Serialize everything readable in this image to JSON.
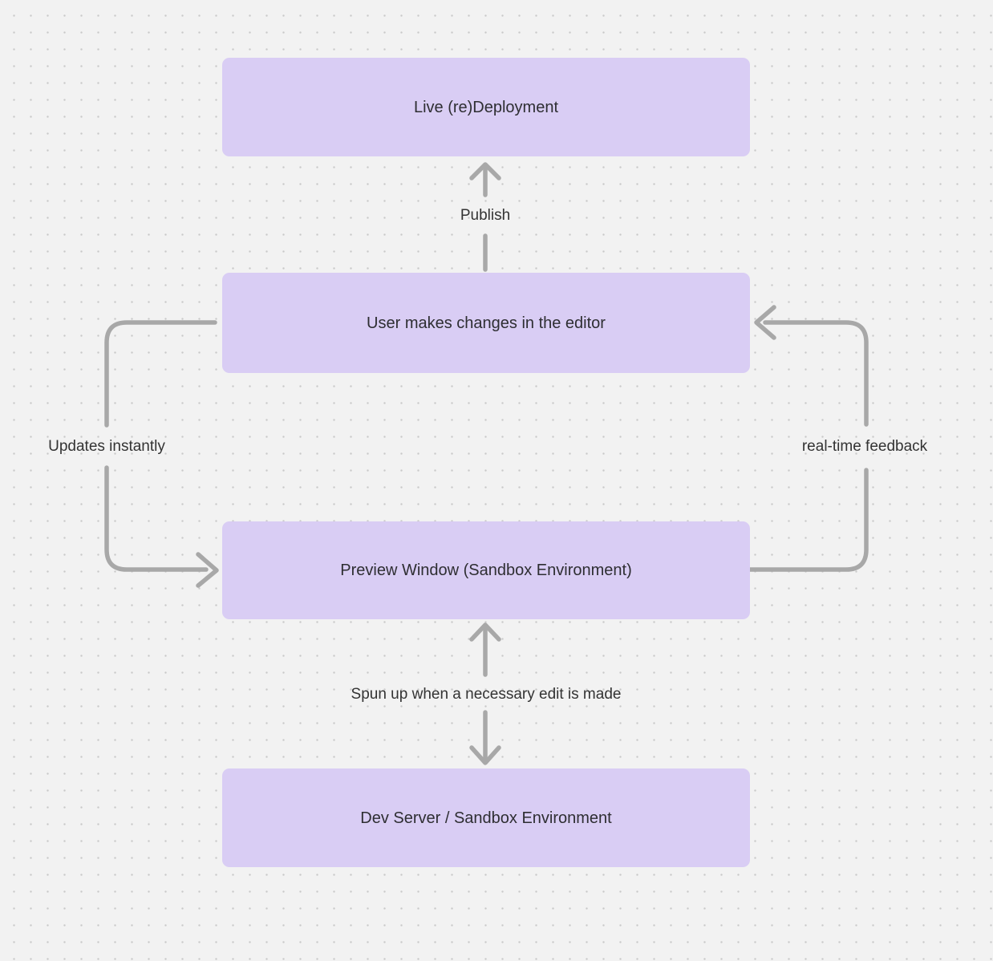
{
  "colors": {
    "background": "#F2F2F2",
    "grid_dot": "#C9C9C9",
    "node_fill": "#D9CDF4",
    "node_text": "#2E2E32",
    "arrow": "#A8A8A8",
    "edge_label_text": "#333333"
  },
  "nodes": [
    {
      "id": "live-redeployment",
      "label": "Live (re)Deployment"
    },
    {
      "id": "user-editor",
      "label": "User makes changes in the editor"
    },
    {
      "id": "preview-window",
      "label": "Preview Window (Sandbox Environment)"
    },
    {
      "id": "dev-server",
      "label": "Dev Server / Sandbox Environment"
    }
  ],
  "edges": [
    {
      "id": "publish",
      "label": "Publish",
      "from": "user-editor",
      "to": "live-redeployment",
      "direction": "up"
    },
    {
      "id": "updates-instantly",
      "label": "Updates instantly",
      "from": "user-editor",
      "to": "preview-window",
      "direction": "left-loop-down"
    },
    {
      "id": "real-time-feedback",
      "label": "real-time feedback",
      "from": "preview-window",
      "to": "user-editor",
      "direction": "right-loop-up"
    },
    {
      "id": "spun-up",
      "label": "Spun up when a necessary edit is made",
      "from": "preview-window",
      "to": "dev-server",
      "direction": "bidirectional"
    }
  ]
}
